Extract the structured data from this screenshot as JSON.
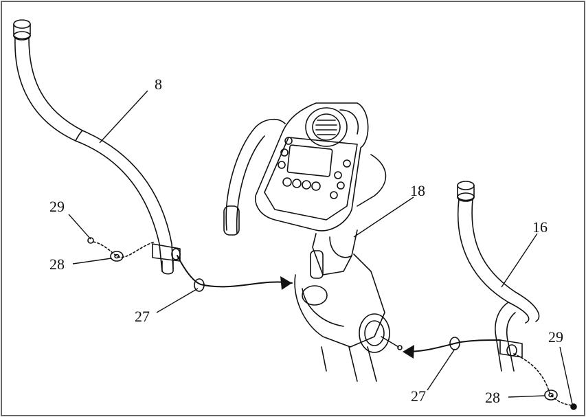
{
  "diagram": {
    "labels": {
      "left_handlebar": "8",
      "console_mast": "18",
      "right_handlebar": "16",
      "left_bolt": "29",
      "left_washer": "28",
      "left_wave_washer": "27",
      "right_wave_washer": "27",
      "right_washer": "28",
      "right_bolt": "29"
    }
  },
  "colors": {
    "ink": "#111111",
    "background": "#ffffff"
  }
}
